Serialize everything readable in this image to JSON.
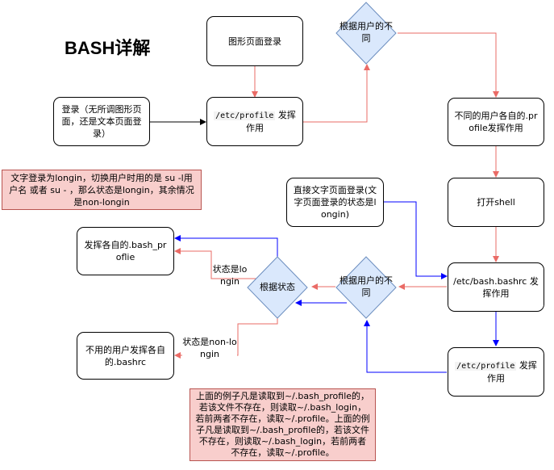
{
  "title": "BASH详解",
  "colors": {
    "red_edge": "#ea6b66",
    "blue_edge": "#0000ff",
    "note_fill": "#f8cecc",
    "note_border": "#b85450",
    "diamond_fill": "#dae8fc",
    "diamond_border": "#6c8ebf"
  },
  "nodes": {
    "graphical_login": "图形页面登录",
    "diamond_top": "根据用户的不同",
    "login_text_or_gui": "登录（无所调图形页面，还是文本页面登录）",
    "etc_profile_top_code": "/etc/profile",
    "etc_profile_top_rest": " 发挥作用",
    "profile_per_user": "不同的用户各自的.profile发挥作用",
    "note_longin": "文字登录为longin，切换用户时用的是 su -l用户名 或者 su - ，那么状态是longin，其余情况是non-longin",
    "direct_text_login": "直接文字页面登录(文字页面登录的状态是longin)",
    "open_shell": "打开shell",
    "bash_profile": "发挥各自的.bash_proflie",
    "state_longin": "状态是longin",
    "by_state": "根据状态",
    "diamond_mid": "根据用户的不同",
    "etc_bashrc": "/etc/bash.bashrc 发挥作用",
    "state_non_longin": "状态是non-longin",
    "bashrc_per_user": "不用的用户发挥各自的.bashrc",
    "etc_profile_bottom_code": "/etc/profile",
    "etc_profile_bottom_rest": " 发挥作用",
    "note_bottom": "上面的例子凡是读取到~/.bash_profile的，若该文件不存在，则读取~/.bash_login，若前两者不存在，读取~/.profile。上面的例子凡是读取到~/.bash_profile的，若该文件不存在，则读取~/.bash_login，若前两者不存在，读取~/.profile。"
  }
}
